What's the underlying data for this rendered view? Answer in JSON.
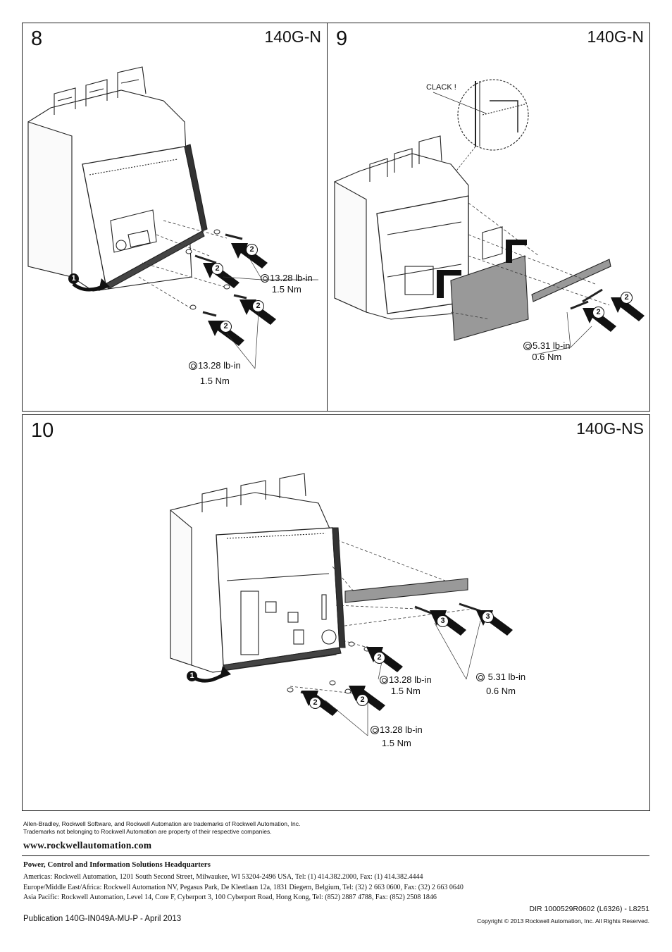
{
  "panels": [
    {
      "number": "8",
      "model": "140G-N",
      "torque_a": {
        "line1": "13.28 lb-in",
        "line2": "1.5 Nm"
      },
      "torque_b": {
        "line1": "13.28 lb-in",
        "line2": "1.5 Nm"
      }
    },
    {
      "number": "9",
      "model": "140G-N",
      "callout": "CLACK !",
      "torque_a": {
        "line1": "5.31 lb-in",
        "line2": "0.6 Nm"
      }
    },
    {
      "number": "10",
      "model": "140G-NS",
      "torque_a": {
        "line1": "13.28 lb-in",
        "line2": "1.5 Nm"
      },
      "torque_b": {
        "line1": "5.31 lb-in",
        "line2": "0.6 Nm"
      },
      "torque_c": {
        "line1": "13.28 lb-in",
        "line2": "1.5 Nm"
      }
    }
  ],
  "step_markers": {
    "one": "1",
    "two": "2",
    "three": "3"
  },
  "footer": {
    "trademark_line1": "Allen-Bradley, Rockwell Software, and Rockwell Automation are trademarks of Rockwell Automation, Inc.",
    "trademark_line2": "Trademarks not belonging to Rockwell Automation are property of their respective companies.",
    "url": "www.rockwellautomation.com",
    "hq_title": "Power, Control and Information Solutions Headquarters",
    "addr_americas": "Americas: Rockwell Automation, 1201 South Second Street, Milwaukee, WI 53204-2496 USA, Tel: (1) 414.382.2000, Fax: (1) 414.382.4444",
    "addr_emea": "Europe/Middle East/Africa: Rockwell Automation NV, Pegasus Park, De Kleetlaan 12a, 1831 Diegem, Belgium, Tel: (32) 2 663 0600, Fax: (32) 2 663 0640",
    "addr_apac": "Asia Pacific: Rockwell Automation, Level 14, Core F, Cyberport 3, 100 Cyberport Road, Hong Kong, Tel: (852) 2887 4788, Fax: (852) 2508 1846",
    "dir": "DIR 1000529R0602 (L6326) - L8251",
    "publication": "Publication 140G-IN049A-MU-P - April 2013",
    "copyright": "Copyright © 2013 Rockwell Automation, Inc. All Rights Reserved."
  }
}
